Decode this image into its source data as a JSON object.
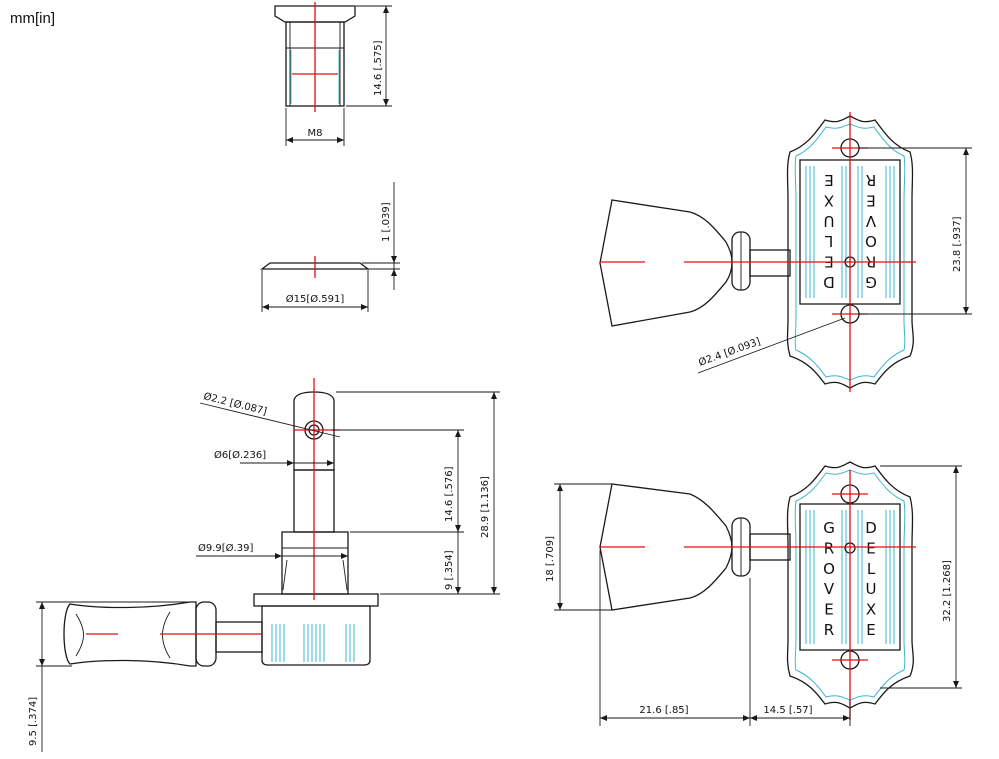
{
  "units_label": "mm[in]",
  "dimensions": {
    "bushing_height": "14.6 [.575]",
    "bushing_thread": "M8",
    "washer_thickness": "1 [.039]",
    "washer_diameter": "Ø15[Ø.591]",
    "mounting_hole": "Ø2.4 [Ø.093]",
    "plate_height_top": "23.8 [.937]",
    "post_hole": "Ø2.2 [Ø.087]",
    "post_diameter": "Ø6[Ø.236]",
    "post_height": "14.6 [.576]",
    "overall_post_height": "28.9 [1.136]",
    "collar_diameter": "Ø9.9[Ø.39]",
    "collar_height": "9 [.354]",
    "button_thickness": "9.5 [.374]",
    "button_height": "18 [.709]",
    "plate_height_bottom": "32.2 [1.268]",
    "button_length": "21.6 [.85]",
    "shaft_length": "14.5 [.57]"
  },
  "plate_text": {
    "left_word": "GROVER",
    "right_word": "DELUXE"
  },
  "colors": {
    "outline": "#1a1a1a",
    "centerline": "#e01010",
    "highlight": "#3fb6cf"
  }
}
